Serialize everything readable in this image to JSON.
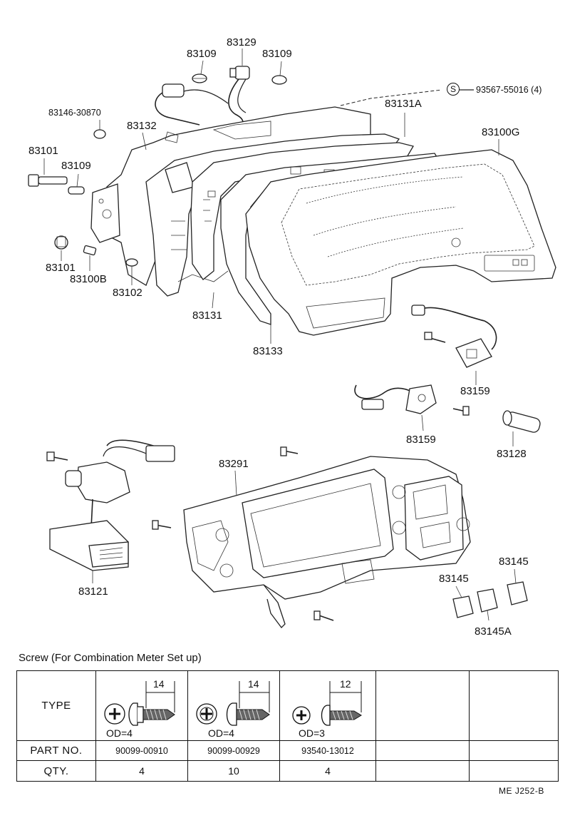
{
  "labels": {
    "p83109a": "83109",
    "p83129": "83129",
    "p83109b": "83109",
    "p93567": "93567-55016 (4)",
    "s_mark": "S",
    "p83146": "83146-30870",
    "p83132": "83132",
    "p83131a": "83131A",
    "p83100g": "83100G",
    "p83101a": "83101",
    "p83109c": "83109",
    "p83101b": "83101",
    "p83100b": "83100B",
    "p83102": "83102",
    "p83131": "83131",
    "p83133": "83133",
    "p83159a": "83159",
    "p83159b": "83159",
    "p83128": "83128",
    "p83291": "83291",
    "p83121": "83121",
    "p83145a": "83145",
    "p83145b": "83145",
    "p83145c": "83145A"
  },
  "screw_table": {
    "title": "Screw (For Combination Meter Set up)",
    "row_type_label": "TYPE",
    "row_part_label": "PART NO.",
    "row_qty_label": "QTY.",
    "columns": [
      {
        "od": "OD=4",
        "length": "14",
        "part_no": "90099-00910",
        "qty": "4"
      },
      {
        "od": "OD=4",
        "length": "14",
        "part_no": "90099-00929",
        "qty": "10"
      },
      {
        "od": "OD=3",
        "length": "12",
        "part_no": "93540-13012",
        "qty": "4"
      }
    ]
  },
  "footer": {
    "code": "ME  J252-B"
  }
}
